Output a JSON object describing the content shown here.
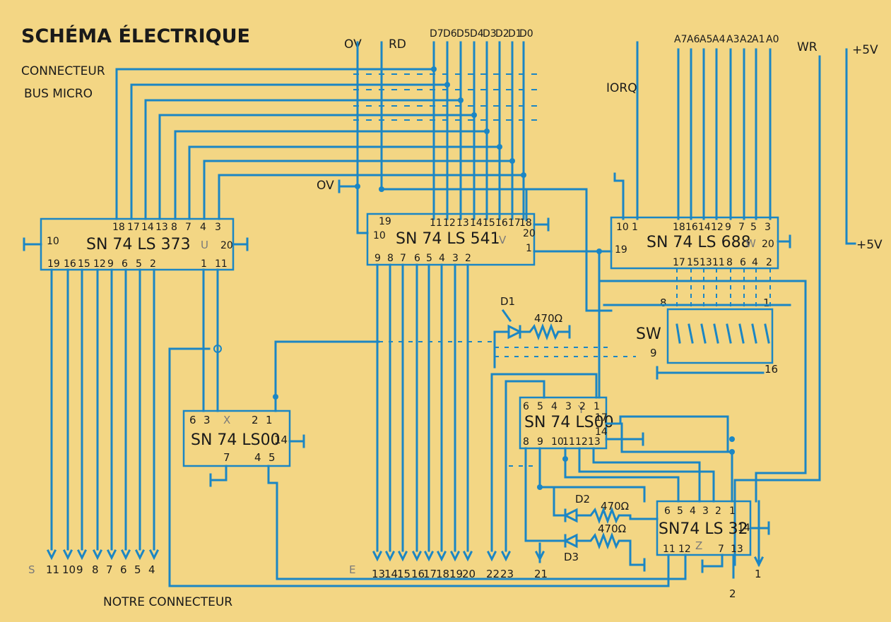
{
  "title": "SCHÉMA ÉLECTRIQUE",
  "bus_label": [
    "CONNECTEUR",
    "BUS MICRO"
  ],
  "footer_label": "NOTRE CONNECTEUR",
  "signals": {
    "ov": "OV",
    "rd": "RD",
    "ov_left": "OV",
    "iorq": "IORQ",
    "wr": "WR",
    "vcc": "+5V",
    "vcc2": "+5V",
    "data_bus": [
      "D7",
      "D6",
      "D5",
      "D4",
      "D3",
      "D2",
      "D1",
      "D0"
    ],
    "addr_bus": [
      "A7",
      "A6",
      "A5",
      "A4",
      "A3",
      "A2",
      "A1",
      "A0"
    ]
  },
  "chips": {
    "ls373": {
      "name": "SN 74 LS 373",
      "mark": "U",
      "top_pins": [
        "18",
        "17",
        "14",
        "13",
        "8",
        "7",
        "4",
        "3"
      ],
      "bottom_pins": [
        "19",
        "16",
        "15",
        "12",
        "9",
        "6",
        "5",
        "2"
      ],
      "left_pin": "10",
      "right_pin": "20",
      "bottom_right_pins": [
        "1",
        "11"
      ]
    },
    "ls541": {
      "name": "SN 74 LS 541",
      "mark": "V",
      "top_pins": [
        "11",
        "12",
        "13",
        "14",
        "15",
        "16",
        "17",
        "18"
      ],
      "bottom_pins": [
        "9",
        "8",
        "7",
        "6",
        "5",
        "4",
        "3",
        "2"
      ],
      "left_pins": [
        "19",
        "10"
      ],
      "right_pins": [
        "20",
        "1"
      ]
    },
    "ls688": {
      "name": "SN 74 LS 688",
      "mark": "W",
      "top_pins": [
        "18",
        "16",
        "14",
        "12",
        "9",
        "7",
        "5",
        "3"
      ],
      "bottom_pins": [
        "17",
        "15",
        "13",
        "11",
        "8",
        "6",
        "4",
        "2"
      ],
      "left_pins": [
        "10",
        "1"
      ],
      "left_pin2": "19",
      "right_pin": "20"
    },
    "ls00x": {
      "name": "SN 74 LS00",
      "mark": "X",
      "top_pins": [
        "6",
        "3",
        "2",
        "1"
      ],
      "right_pin": "14",
      "bottom_pins": [
        "7",
        "4",
        "5"
      ]
    },
    "ls00y": {
      "name": "SN 74 LS00",
      "mark": "Y",
      "top_pins": [
        "6",
        "5",
        "4",
        "3",
        "2",
        "1"
      ],
      "right_pins": [
        "17",
        "14"
      ],
      "bottom_pins": [
        "8",
        "9",
        "10",
        "11",
        "12",
        "13"
      ]
    },
    "ls32": {
      "name": "SN74 LS 32",
      "mark": "Z",
      "top_pins": [
        "6",
        "5",
        "4",
        "3",
        "2",
        "1"
      ],
      "right_pin": "14",
      "bottom_pins": [
        "11",
        "12",
        "7",
        "13"
      ]
    }
  },
  "switch": {
    "name": "SW",
    "pins": [
      "8",
      "1",
      "9",
      "16"
    ]
  },
  "leds": {
    "d1": "D1",
    "d2": "D2",
    "d3": "D3",
    "r1": "470Ω",
    "r2": "470Ω",
    "r3": "470Ω"
  },
  "connector_s": {
    "letter": "S",
    "pins": [
      "11",
      "10",
      "9",
      "8",
      "7",
      "6",
      "5",
      "4"
    ]
  },
  "connector_e": {
    "letter": "E",
    "pins": [
      "13",
      "14",
      "15",
      "16",
      "17",
      "18",
      "19",
      "20",
      "22",
      "23",
      "21"
    ]
  },
  "connector_misc": {
    "pin_1": "1",
    "pin_2": "2"
  }
}
